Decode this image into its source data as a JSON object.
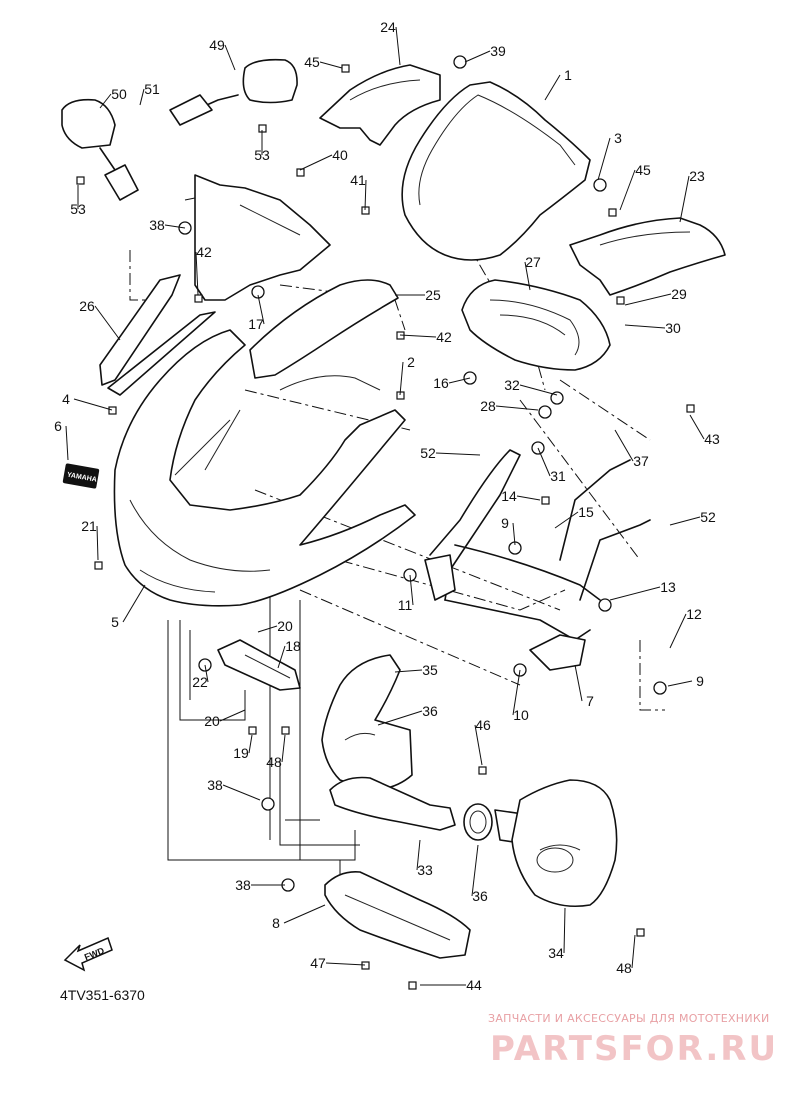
{
  "diagram": {
    "drawing_code": "4TV351-6370",
    "fwd_label": "FWD",
    "plate_label": "YAMAHA",
    "callouts": [
      "1",
      "2",
      "3",
      "4",
      "5",
      "6",
      "7",
      "8",
      "9",
      "9",
      "10",
      "11",
      "12",
      "13",
      "14",
      "15",
      "16",
      "17",
      "18",
      "19",
      "20",
      "20",
      "21",
      "22",
      "23",
      "24",
      "25",
      "26",
      "27",
      "28",
      "29",
      "30",
      "31",
      "32",
      "33",
      "34",
      "35",
      "36",
      "36",
      "37",
      "38",
      "38",
      "38",
      "39",
      "40",
      "41",
      "42",
      "42",
      "43",
      "44",
      "45",
      "45",
      "46",
      "47",
      "48",
      "48",
      "49",
      "50",
      "51",
      "52",
      "52",
      "53",
      "53"
    ]
  },
  "watermark": {
    "caption": "ЗАПЧАСТИ И АКСЕССУАРЫ ДЛЯ МОТОТЕХНИКИ",
    "logo": "PARTSFOR.RU"
  }
}
